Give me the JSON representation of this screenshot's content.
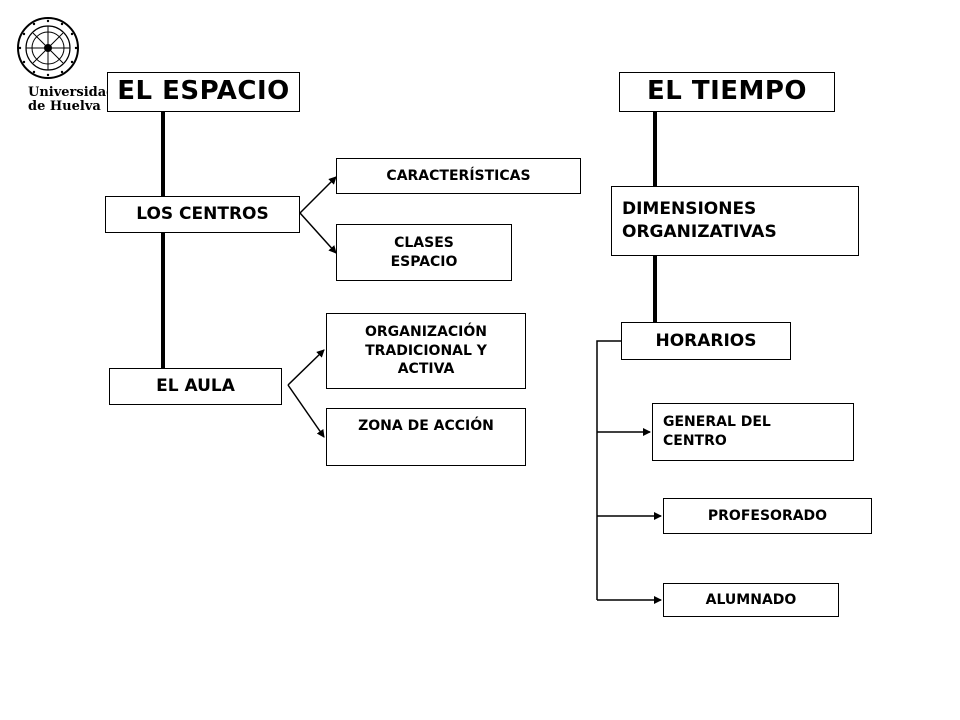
{
  "logo": {
    "line1": "Universidad",
    "line2": "de Huelva"
  },
  "espacio": {
    "title": "EL ESPACIO",
    "centros": "LOS CENTROS",
    "caracteristicas": "CARACTERÍSTICAS",
    "clases_line1": "CLASES",
    "clases_line2": "ESPACIO",
    "aula": "EL AULA",
    "organizacion_line1": "ORGANIZACIÓN",
    "organizacion_line2": "TRADICIONAL Y",
    "organizacion_line3": "ACTIVA",
    "zona": "ZONA DE ACCIÓN"
  },
  "tiempo": {
    "title": "EL TIEMPO",
    "dimensiones_line1": "DIMENSIONES",
    "dimensiones_line2": "ORGANIZATIVAS",
    "horarios": "HORARIOS",
    "general_line1": "GENERAL DEL",
    "general_line2": "CENTRO",
    "profesorado": "PROFESORADO",
    "alumnado": "ALUMNADO"
  }
}
